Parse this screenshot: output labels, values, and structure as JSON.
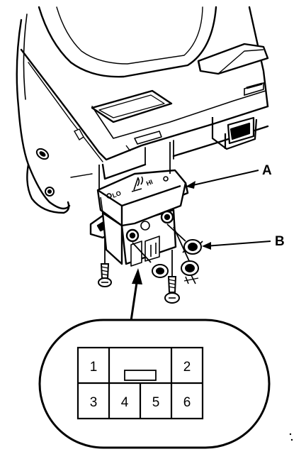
{
  "callouts": {
    "a": "A",
    "b": "B"
  },
  "switch_face": {
    "lo": "LO",
    "hi": "HI"
  },
  "connector": {
    "pins": [
      "1",
      "2",
      "3",
      "4",
      "5",
      "6"
    ]
  }
}
